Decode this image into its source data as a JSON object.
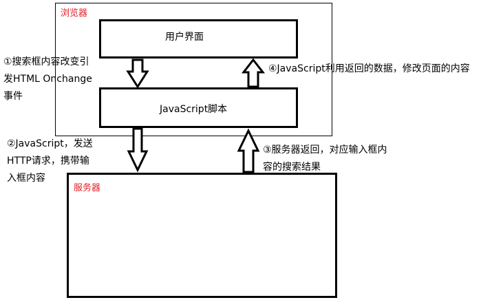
{
  "browser": {
    "label": "浏览器",
    "ui_box": "用户界面",
    "js_box": "JavaScript脚本"
  },
  "server": {
    "label": "服务器"
  },
  "steps": [
    {
      "lines": [
        "①搜索框内容改变引",
        "发HTML Onchange",
        "事件"
      ]
    },
    {
      "lines": [
        "②JavaScript，发送",
        "HTTP请求，携带输",
        "入框内容"
      ]
    },
    {
      "lines": [
        "③服务器返回，对应输入框内",
        "容的搜索结果"
      ]
    },
    {
      "lines": [
        "④JavaScript利用返回的数据，修改页面的内容"
      ]
    }
  ],
  "colors": {
    "label_red": "#e0202a",
    "stroke": "#000000"
  }
}
